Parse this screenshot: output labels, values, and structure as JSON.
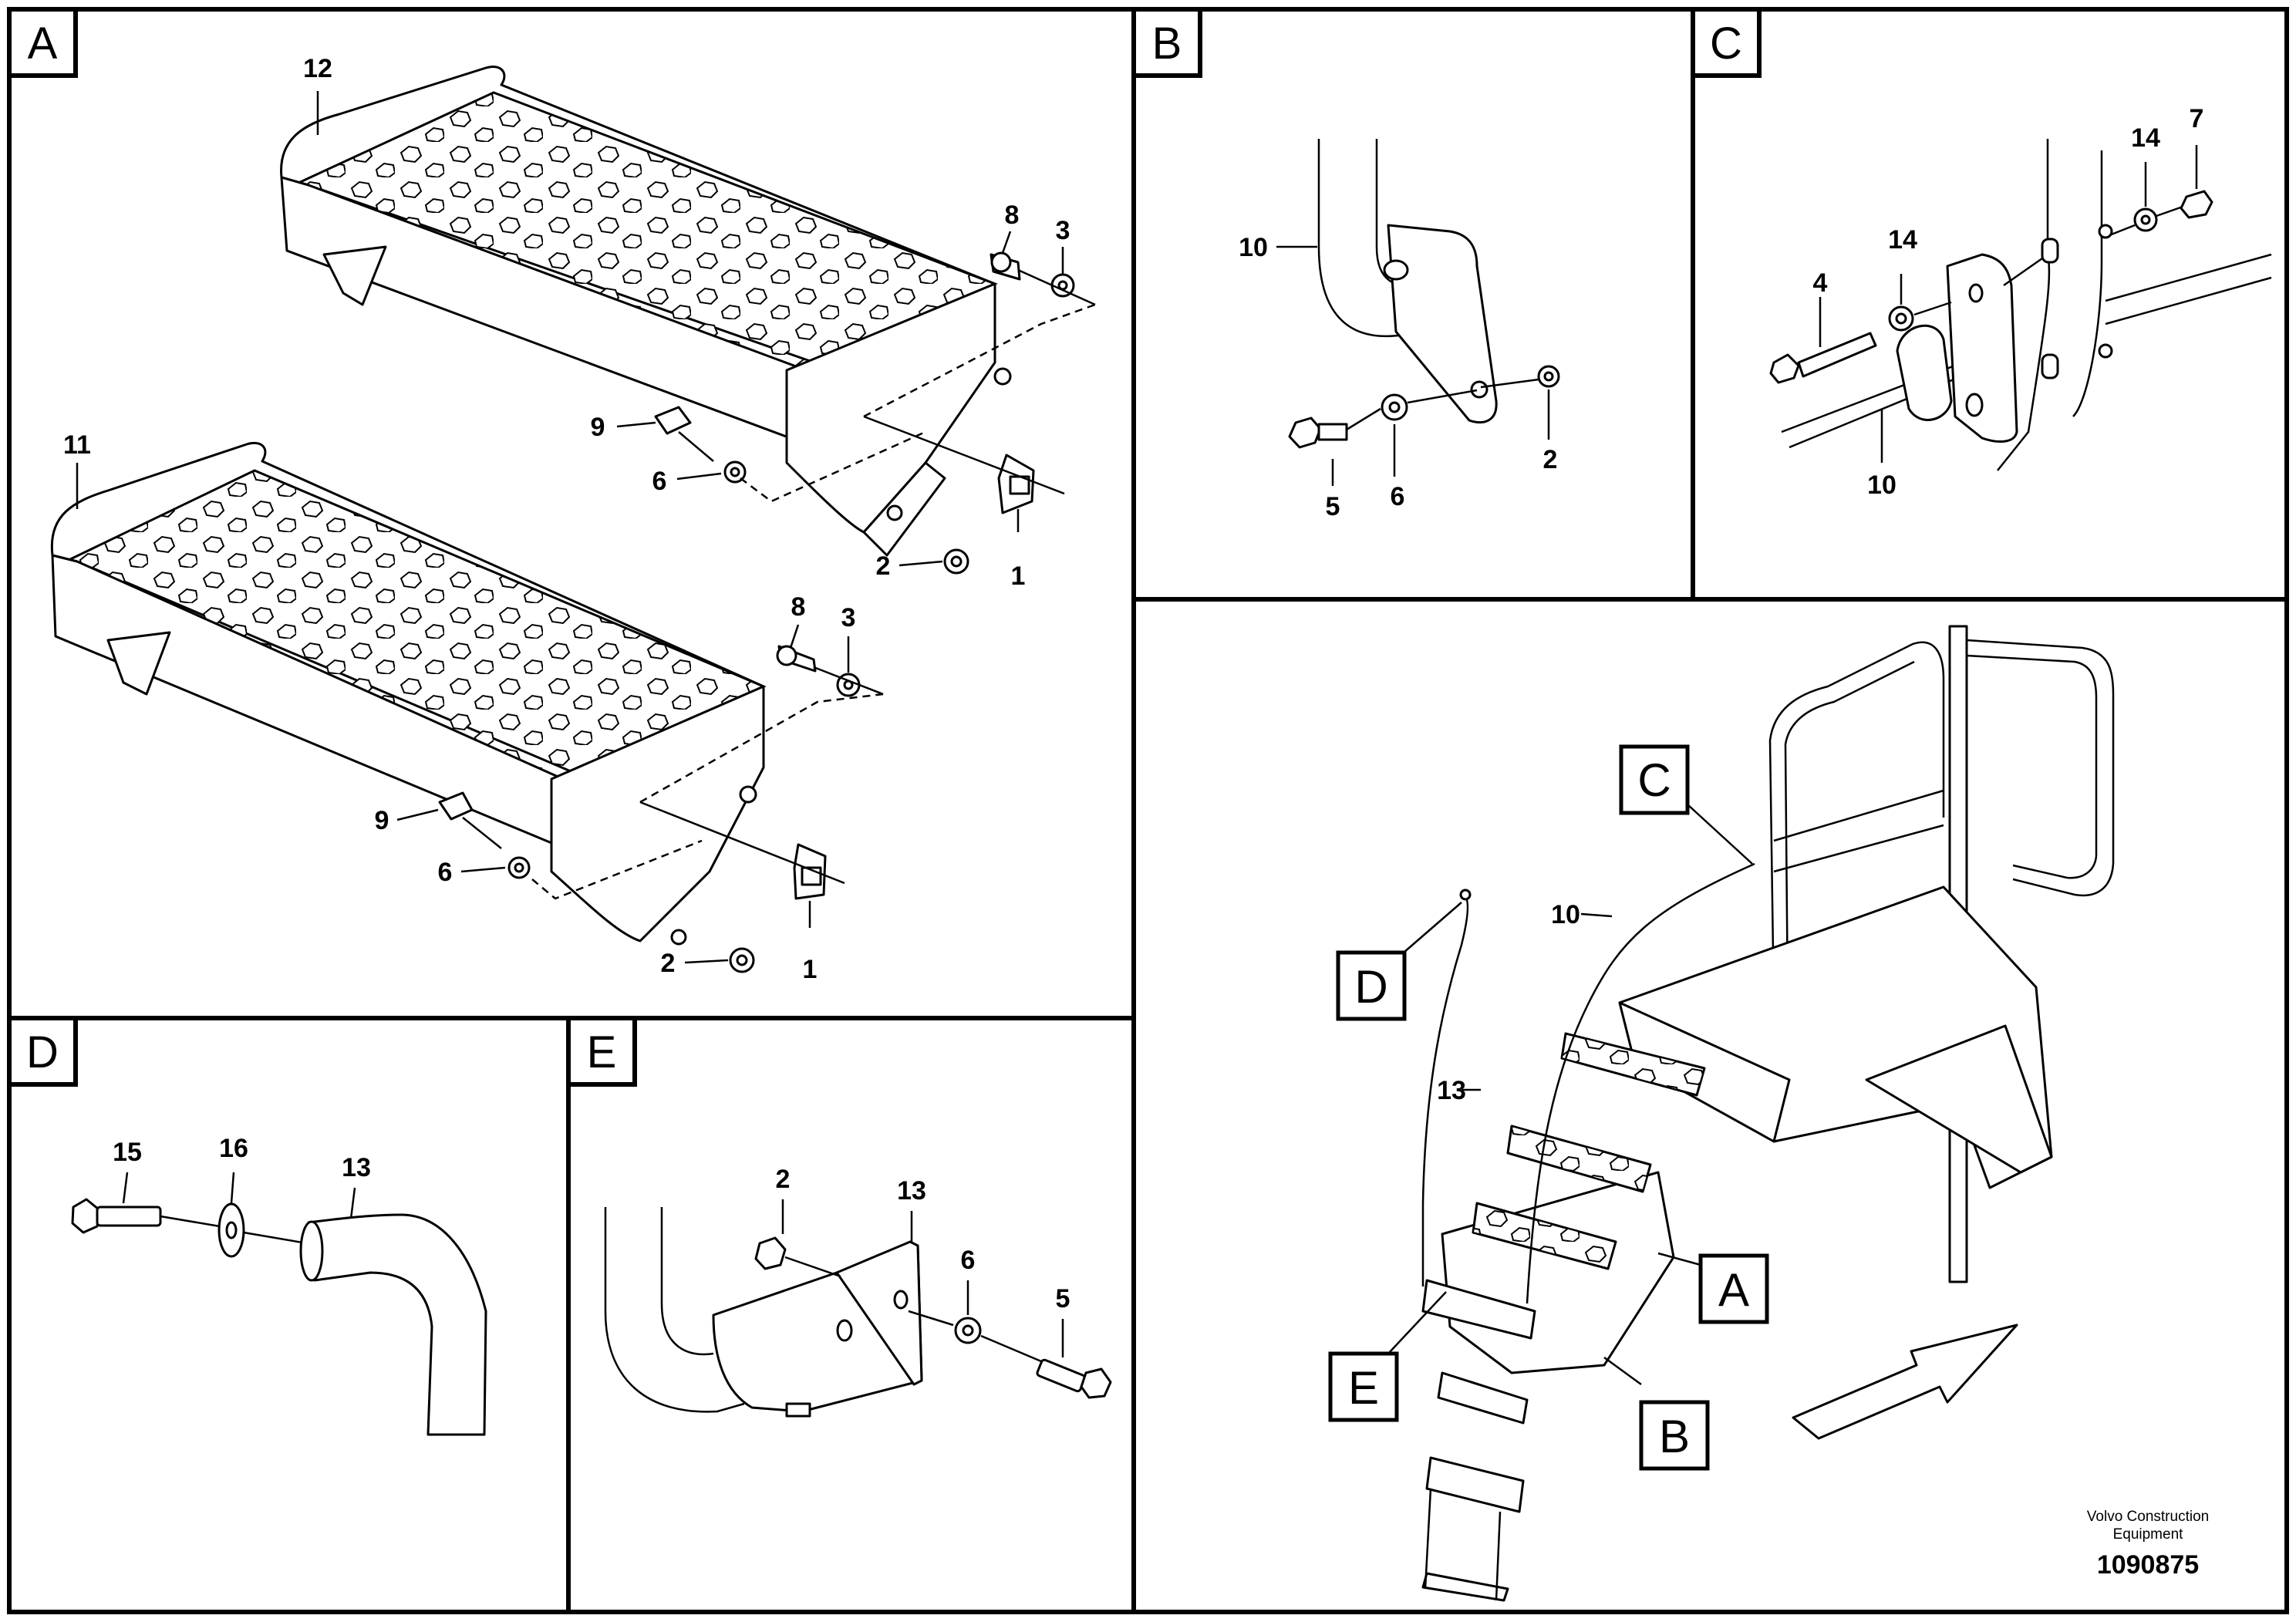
{
  "panels": {
    "A": {
      "letter": "A",
      "callouts": {
        "c12": "12",
        "c11": "11",
        "c8a": "8",
        "c3a": "3",
        "c9a": "9",
        "c6a": "6",
        "c2a": "2",
        "c1a": "1",
        "c8b": "8",
        "c3b": "3",
        "c9b": "9",
        "c6b": "6",
        "c2b": "2",
        "c1b": "1"
      }
    },
    "B": {
      "letter": "B",
      "callouts": {
        "c10": "10",
        "c5": "5",
        "c6": "6",
        "c2": "2"
      }
    },
    "C": {
      "letter": "C",
      "callouts": {
        "c14a": "14",
        "c7": "7",
        "c14b": "14",
        "c4": "4",
        "c10": "10"
      }
    },
    "D": {
      "letter": "D",
      "callouts": {
        "c15": "15",
        "c16": "16",
        "c13": "13"
      }
    },
    "E": {
      "letter": "E",
      "callouts": {
        "c2": "2",
        "c13": "13",
        "c6": "6",
        "c5": "5"
      }
    },
    "overview": {
      "callouts": {
        "c10": "10",
        "c13": "13"
      },
      "boxed": {
        "C": "C",
        "D": "D",
        "A": "A",
        "B": "B",
        "E": "E"
      },
      "credit_line1": "Volvo Construction",
      "credit_line2": "Equipment",
      "doc_number": "1090875"
    }
  }
}
